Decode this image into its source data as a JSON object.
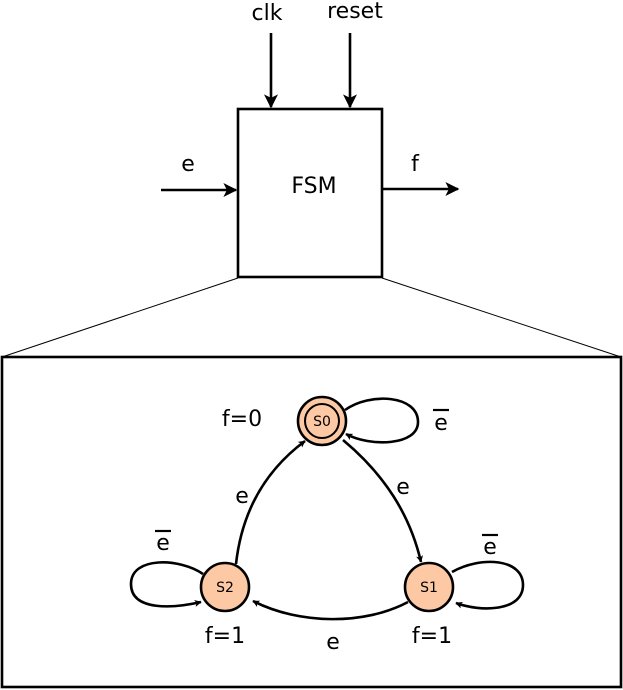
{
  "block": {
    "name": "FSM",
    "inputs": {
      "clk": "clk",
      "reset": "reset",
      "e": "e"
    },
    "output": "f"
  },
  "states": [
    {
      "id": "S0",
      "output_label": "f=0",
      "initial": true
    },
    {
      "id": "S1",
      "output_label": "f=1",
      "initial": false
    },
    {
      "id": "S2",
      "output_label": "f=1",
      "initial": false
    }
  ],
  "transitions": [
    {
      "from": "S0",
      "to": "S0",
      "label": "e",
      "overline": true
    },
    {
      "from": "S0",
      "to": "S1",
      "label": "e",
      "overline": false
    },
    {
      "from": "S1",
      "to": "S1",
      "label": "e",
      "overline": true
    },
    {
      "from": "S1",
      "to": "S2",
      "label": "e",
      "overline": false
    },
    {
      "from": "S2",
      "to": "S2",
      "label": "e",
      "overline": true
    },
    {
      "from": "S2",
      "to": "S0",
      "label": "e",
      "overline": false
    }
  ],
  "colors": {
    "state_fill": "#fdc9a5",
    "stroke": "#000000",
    "background": "#ffffff"
  }
}
